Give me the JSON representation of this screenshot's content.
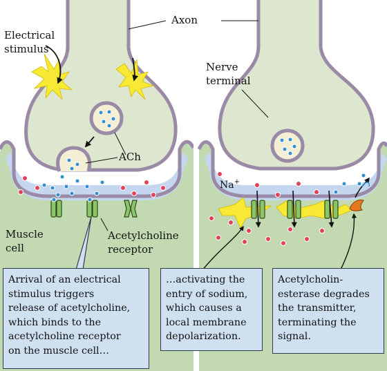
{
  "labels": {
    "axon": "Axon",
    "electrical_stimulus": "Electrical stimulus",
    "nerve_terminal": "Nerve terminal",
    "ach": "ACh",
    "na": "Na",
    "na_charge": "+",
    "muscle_cell": "Muscle cell",
    "ach_receptor": "Acetylcholine receptor"
  },
  "captions": {
    "step1": "Arrival of an electrical\nstimulus triggers\nrelease of acetylcholine,\nwhich binds to the\nacetylcholine receptor\non the muscle cell…",
    "step2": "…activating the\nentry of sodium,\nwhich causes a\nlocal membrane\ndepolarization.",
    "step3": "Acetylcholin-\nesterase degrades\nthe transmitter,\nterminating the\nsignal."
  },
  "colors": {
    "nerve_fill": "#dde6cf",
    "nerve_outline": "#9a8aa6",
    "cleft": "#c4d7ee",
    "muscle": "#c2d9b1",
    "acetylcholine": "#2f8fd0",
    "sodium": "#e0435a",
    "receptor": "#8cc46a",
    "stimulus_flash": "#f7e934",
    "enzyme": "#e8781f",
    "caption_box": "#cfe0f1"
  }
}
